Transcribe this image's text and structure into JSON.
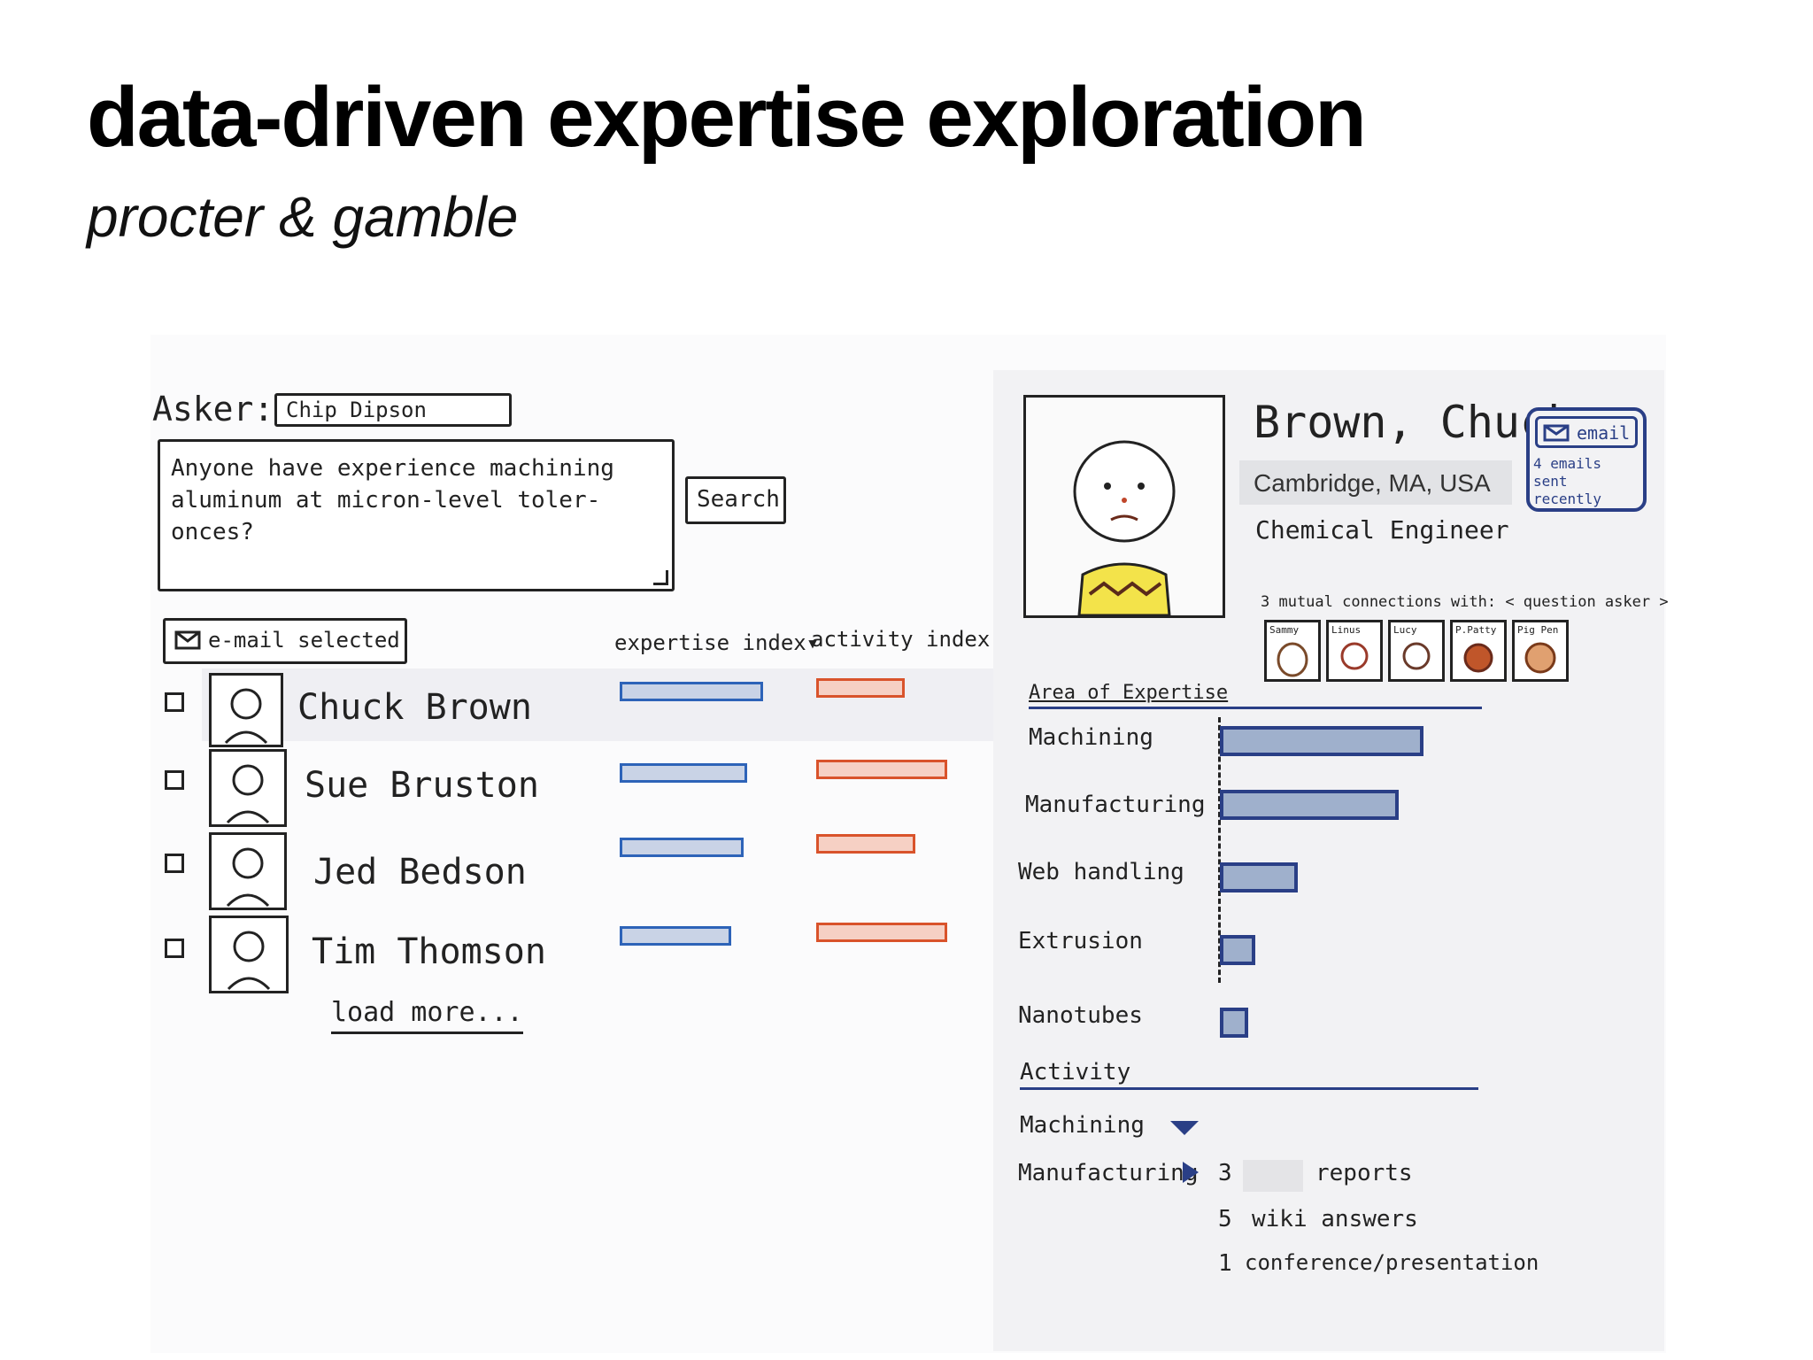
{
  "slide": {
    "title": "data-driven expertise exploration",
    "subtitle": "procter & gamble"
  },
  "ask": {
    "asker_label": "Asker:",
    "asker_value": "Chip Dipson",
    "question_line1": "Anyone have experience machining",
    "question_line2": "aluminum at micron-level toler-",
    "question_line3": "onces?",
    "search_label": "Search"
  },
  "list": {
    "email_selected_label": "e-mail selected",
    "col_expertise": "expertise index▾",
    "col_activity": "activity index",
    "people": [
      {
        "name": "Chuck Brown",
        "expertise": 0.95,
        "activity": 0.67
      },
      {
        "name": "Sue Bruston",
        "expertise": 0.82,
        "activity": 0.98
      },
      {
        "name": "Jed Bedson",
        "expertise": 0.83,
        "activity": 0.75
      },
      {
        "name": "Tim Thomson",
        "expertise": 0.74,
        "activity": 0.98
      }
    ],
    "load_more": "load more..."
  },
  "profile": {
    "name": "Brown, Chuck",
    "location": "Cambridge, MA, USA",
    "role": "Chemical Engineer",
    "email_label": "email",
    "email_note": "4 emails sent recently",
    "connections_label": "3 mutual connections with: < question asker >",
    "connections": [
      "Sammy",
      "Linus",
      "Lucy",
      "P.Patty",
      "Pig Pen"
    ],
    "expertise_heading": "Area of Expertise",
    "expertise": [
      {
        "area": "Machining",
        "value": 1.0
      },
      {
        "area": "Manufacturing",
        "value": 0.87
      },
      {
        "area": "Web handling",
        "value": 0.38
      },
      {
        "area": "Extrusion",
        "value": 0.17
      },
      {
        "area": "Nanotubes",
        "value": 0.14
      }
    ],
    "activity_heading": "Activity",
    "activity_items": [
      {
        "area": "Machining",
        "expanded": true
      },
      {
        "area": "Manufacturing",
        "expanded": false
      }
    ],
    "activity_details": [
      {
        "count": "3",
        "label": "reports"
      },
      {
        "count": "5",
        "label": "wiki answers"
      },
      {
        "count": "1",
        "label": "conference/presentation"
      }
    ]
  }
}
